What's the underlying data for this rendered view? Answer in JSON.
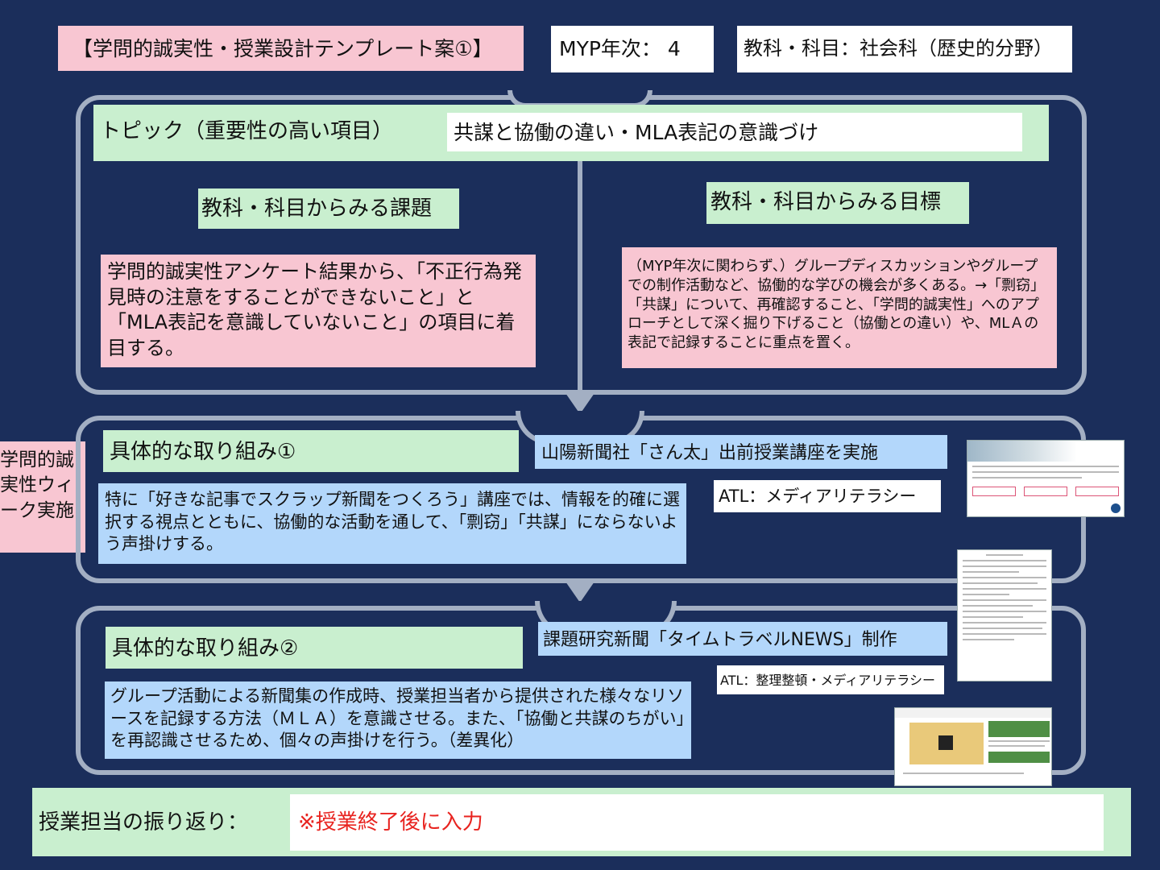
{
  "header": {
    "title": "【学問的誠実性・授業設計テンプレート案①】",
    "myp_year": "MYP年次： 4",
    "subject": "教科・科目：社会科（歴史的分野）"
  },
  "topic": {
    "label": "トピック（重要性の高い項目）",
    "value": "共謀と協働の違い・MLA表記の意識づけ"
  },
  "issue": {
    "heading": "教科・科目からみる課題",
    "text": "学問的誠実性アンケート結果から、「不正行為発見時の注意をすることができないこと」と「MLA表記を意識していないこと」の項目に着目する。"
  },
  "goal": {
    "heading": "教科・科目からみる目標",
    "text": "（MYP年次に関わらず、）グループディスカッションやグループでの制作活動など、協働的な学びの機会が多くある。→「剽窃」「共謀」について、再確認すること、「学問的誠実性」へのアプローチとして深く掘り下げること（協働との違い）や、MLＡの表記で記録することに重点を置く。"
  },
  "side_label": "学問的誠実性ウィーク実施",
  "action1": {
    "heading": "具体的な取り組み①",
    "title": "山陽新聞社「さん太」出前授業講座を実施",
    "atl": "ATL：メディアリテラシー",
    "text": "特に「好きな記事でスクラップ新聞をつくろう」講座では、情報を的確に選択する視点とともに、協働的な活動を通して、「剽窃」「共謀」にならないよう声掛けする。"
  },
  "action2": {
    "heading": "具体的な取り組み②",
    "title": "課題研究新聞「タイムトラベルNEWS」制作",
    "atl": "ATL：整理整頓・メディアリテラシー",
    "text": "グループ活動による新聞集の作成時、授業担当者から提供された様々なリソースを記録する方法（ＭＬＡ）を意識させる。また、「協働と共謀のちがい」を再認識させるため、個々の声掛けを行う。（差異化）"
  },
  "reflection": {
    "label": "授業担当の振り返り：",
    "value": "※授業終了後に入力"
  },
  "colors": {
    "background": "#1b2e5b",
    "frame": "#a3afc3",
    "pink": "#f8c6d2",
    "green": "#c9efcf",
    "blue": "#b3d7fb",
    "reflection_text": "#e8231f"
  }
}
